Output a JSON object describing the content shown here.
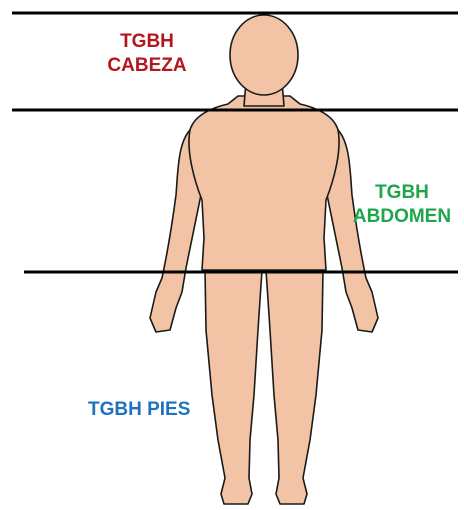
{
  "labels": {
    "head": {
      "line1": "TGBH",
      "line2": "CABEZA",
      "color": "#b2171d"
    },
    "abdomen": {
      "line1": "TGBH",
      "line2": "ABDOMEN",
      "color": "#1ea64b"
    },
    "feet": {
      "line1": "TGBH PIES",
      "color": "#1e73be"
    }
  },
  "colors": {
    "skin": "#f2c4a5",
    "outline": "#1a1a1a",
    "divider": "#000000"
  }
}
